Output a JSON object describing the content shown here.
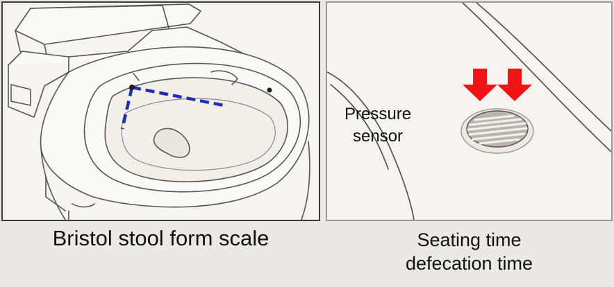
{
  "left_panel": {
    "caption": "Bristol stool form scale"
  },
  "right_panel": {
    "sensor_label_line1": "Pressure",
    "sensor_label_line2": "sensor",
    "caption_line1": "Seating time",
    "caption_line2": "defecation time"
  },
  "colors": {
    "dashed_line": "#1f2fb4",
    "arrows": "#f01414",
    "line_art": "#444444"
  }
}
